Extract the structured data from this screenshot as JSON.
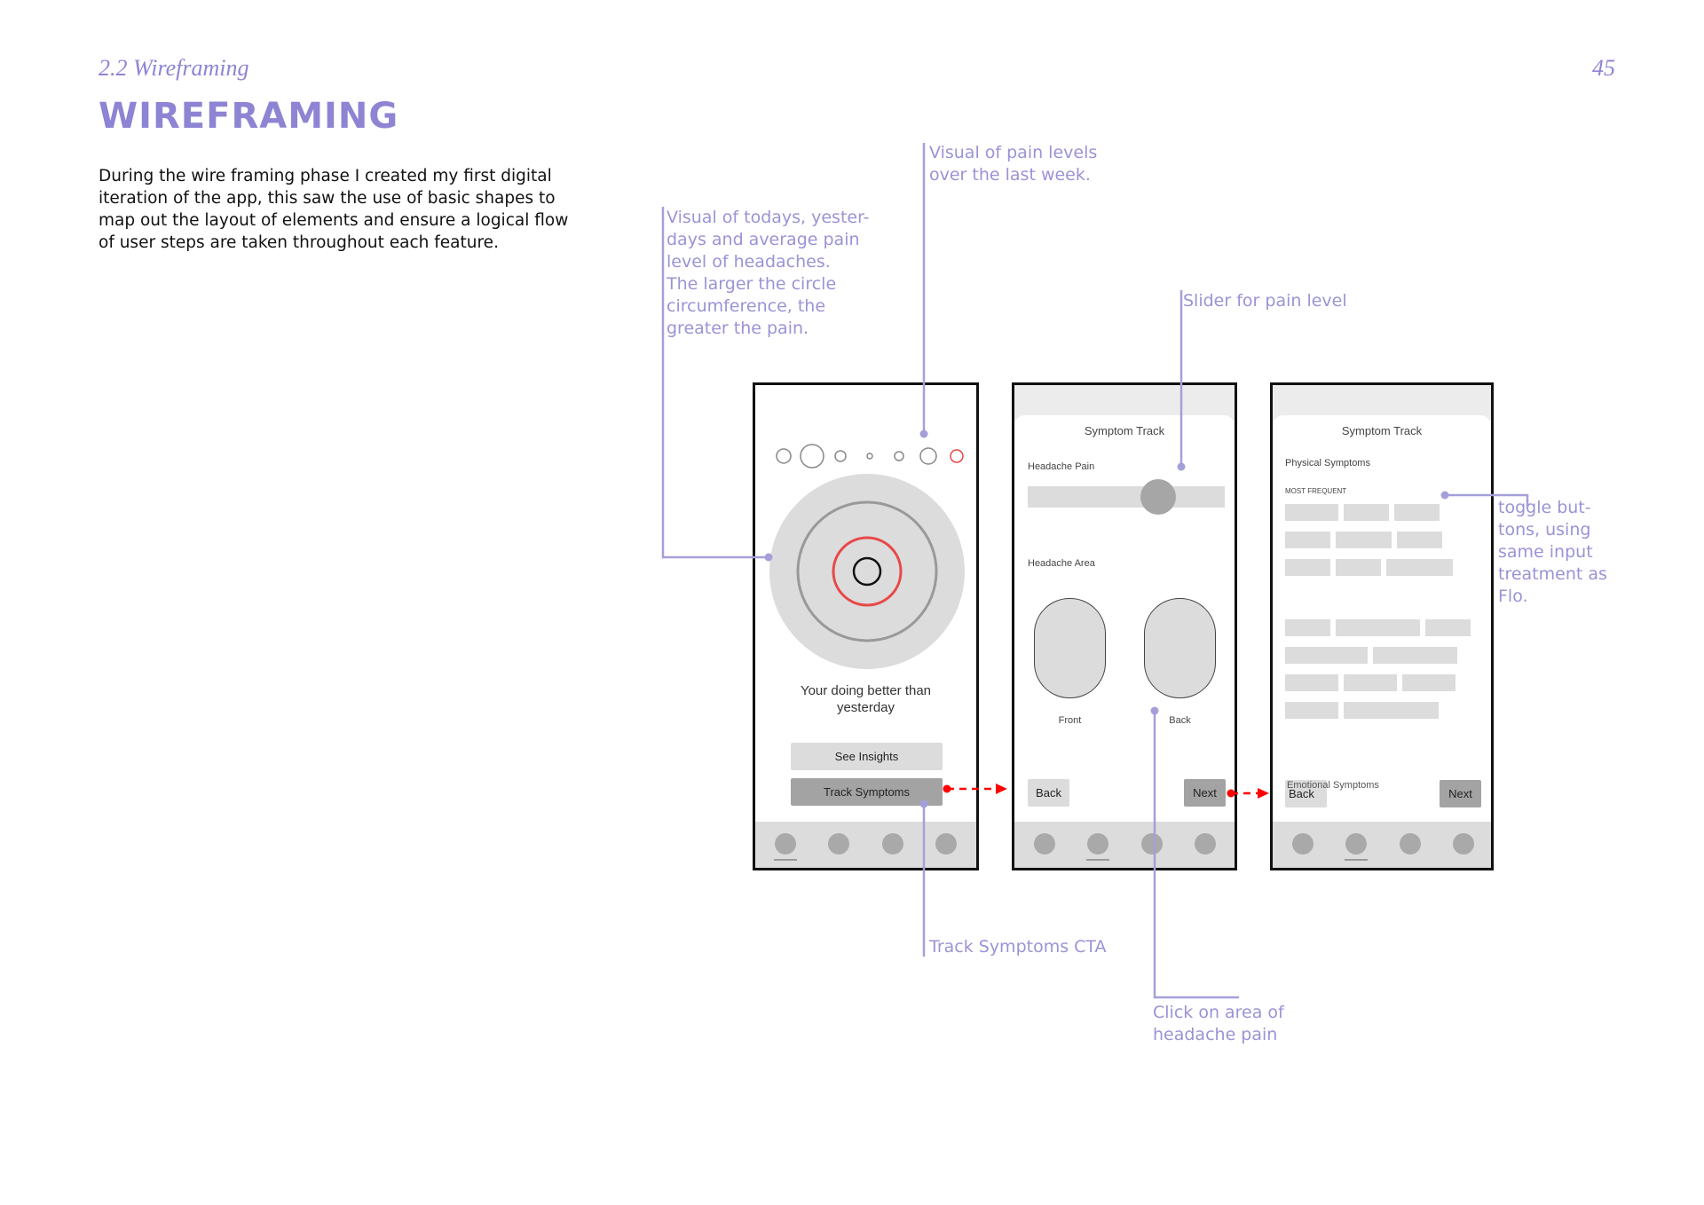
{
  "header": {
    "section": "2.2 Wireframing",
    "page_number": "45",
    "title": "WIREFRAMING"
  },
  "intro": "During the wire framing phase I created my first digital iteration of the app, this saw the use of basic shapes to map out the layout of elements and ensure a logical flow of user steps are taken throughout each feature.",
  "annotations": {
    "pain_levels_week": [
      "Visual of pain levels",
      "over the last week."
    ],
    "todays_visual": [
      "Visual of todays, yester-",
      "days and average pain",
      "level of headaches.",
      "The larger the circle",
      "circumference, the",
      "greater the pain."
    ],
    "slider": "Slider for pain level",
    "toggle_buttons": [
      "toggle but-",
      "tons, using",
      "same input",
      "treatment as",
      "Flo."
    ],
    "track_cta": "Track Symptoms CTA",
    "click_area": [
      "Click on area of",
      "headache pain"
    ]
  },
  "screen1": {
    "message": [
      "Your doing better than",
      "yesterday"
    ],
    "see_insights": "See Insights",
    "track_symptoms": "Track Symptoms"
  },
  "screen2": {
    "title": "Symptom Track",
    "pain_label": "Headache Pain",
    "pain_level": 0.66,
    "area_label": "Headache Area",
    "front": "Front",
    "back_label": "Back",
    "back_button": "Back",
    "next_button": "Next"
  },
  "screen3": {
    "title": "Symptom Track",
    "physical": "Physical Symptoms",
    "most_frequent": "MOST FREQUENT",
    "emotional": "Emotional Symptoms",
    "back_button": "Back",
    "next_button": "Next"
  },
  "colors": {
    "accent": "#8d84d4",
    "annotation": "#9a93d6",
    "flow_arrow": "#ff0000",
    "wire_grey": "#dcdcdc"
  }
}
